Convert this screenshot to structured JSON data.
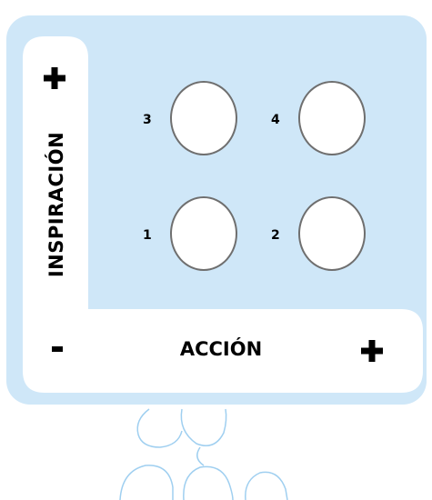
{
  "axes": {
    "vertical": {
      "label": "INSPIRACIÓN",
      "high": "+"
    },
    "horizontal": {
      "label": "ACCIÓN",
      "low": "-",
      "high": "+"
    }
  },
  "quadrants": [
    {
      "number": "3"
    },
    {
      "number": "4"
    },
    {
      "number": "1"
    },
    {
      "number": "2"
    }
  ],
  "colors": {
    "panel": "#cfe7f8",
    "bubble_border": "#6f6f6f",
    "deco_stroke": "#9fcff0"
  }
}
